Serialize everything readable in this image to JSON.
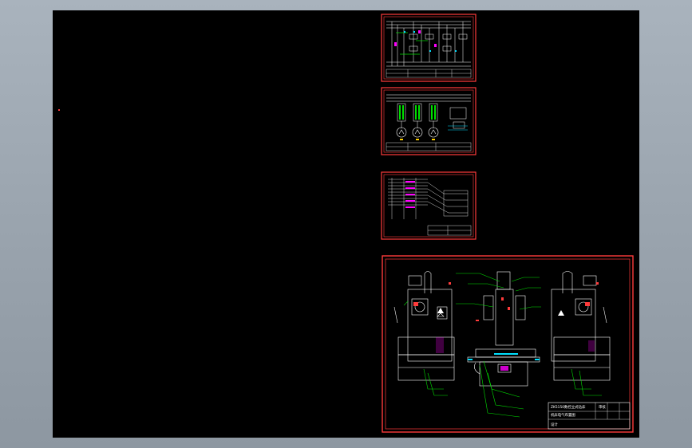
{
  "viewport": {
    "background": "#000000",
    "canvas_color": "#9aa4ae",
    "frame_color": "#ff3b3b",
    "line_color": "#ffffff",
    "leader_color": "#00e000",
    "hatch_color": "#ff00ff",
    "accent_cyan": "#00e0ff",
    "accent_yellow": "#ffd000"
  },
  "sheets": [
    {
      "id": "sheet-1",
      "kind": "electrical-schematic"
    },
    {
      "id": "sheet-2",
      "kind": "motor-circuit"
    },
    {
      "id": "sheet-3",
      "kind": "wiring-table"
    },
    {
      "id": "sheet-4",
      "kind": "assembly-layout"
    }
  ],
  "title_block": {
    "line1": "ZK5150数控立式钻床",
    "line2": "机床电气布置图",
    "designer": "设计",
    "reviewer": "审核"
  }
}
